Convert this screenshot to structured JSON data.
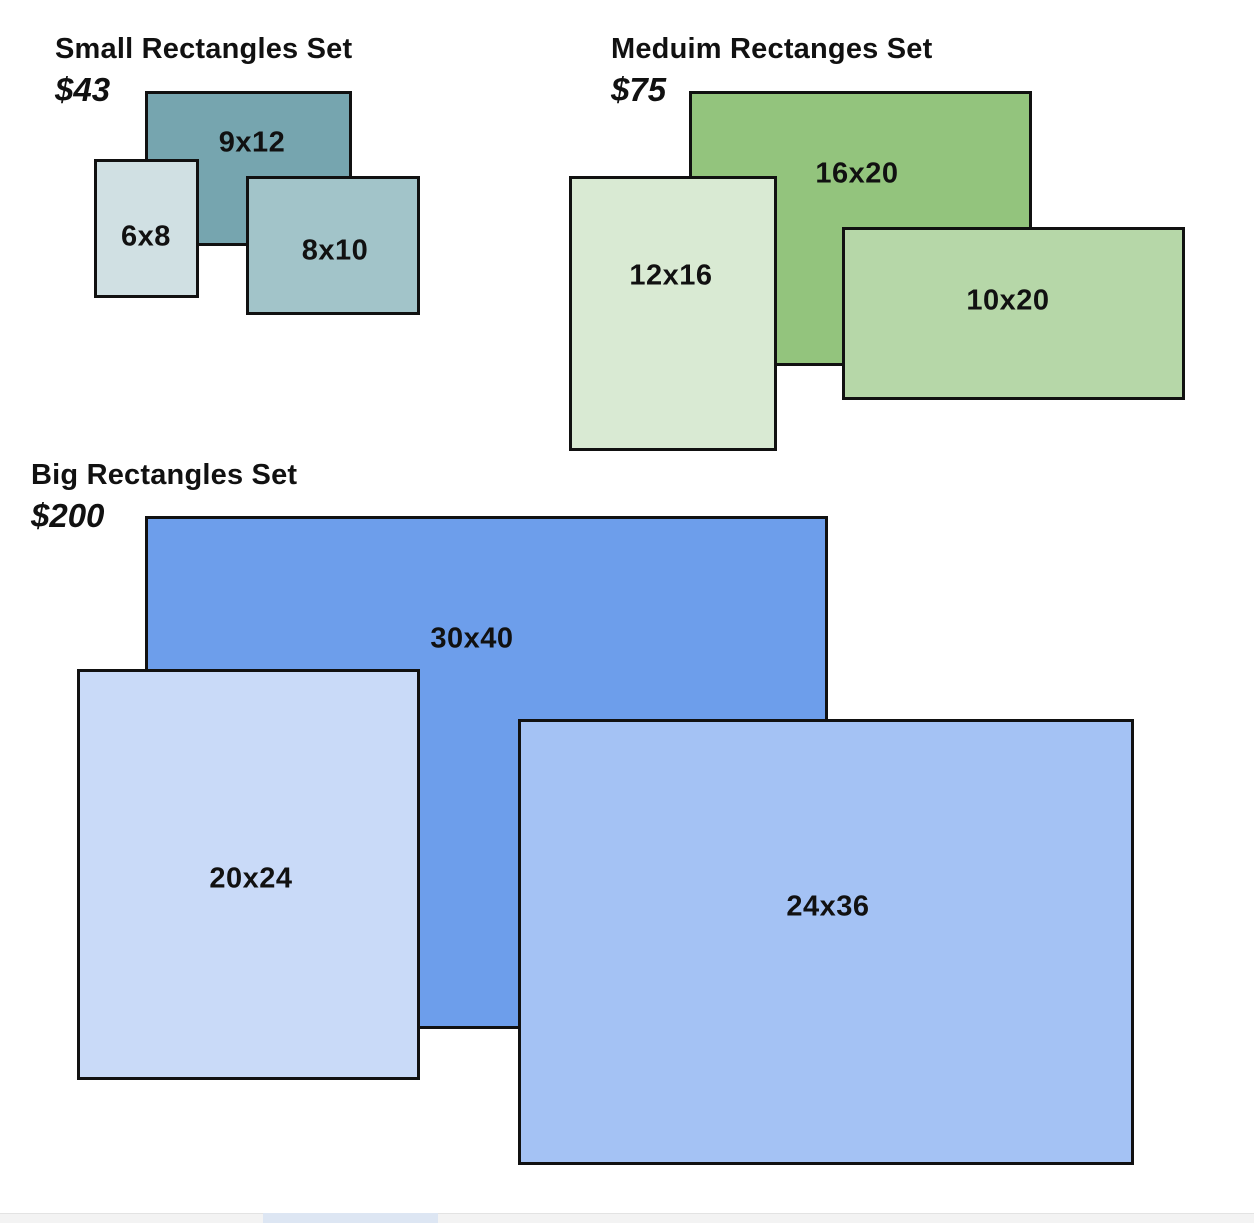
{
  "sets": {
    "small": {
      "title": "Small Rectangles Set",
      "price": "$43",
      "rects": {
        "r9x12": {
          "label": "9x12",
          "color": "#76a5af"
        },
        "r6x8": {
          "label": "6x8",
          "color": "#d0e0e3"
        },
        "r8x10": {
          "label": "8x10",
          "color": "#a2c4c9"
        }
      }
    },
    "medium": {
      "title": "Meduim Rectanges Set",
      "price": "$75",
      "rects": {
        "r16x20": {
          "label": "16x20",
          "color": "#93c47d"
        },
        "r12x16": {
          "label": "12x16",
          "color": "#d9ead3"
        },
        "r10x20": {
          "label": "10x20",
          "color": "#b6d7a8"
        }
      }
    },
    "big": {
      "title": "Big Rectangles Set",
      "price": "$200",
      "rects": {
        "r30x40": {
          "label": "30x40",
          "color": "#6d9eeb"
        },
        "r20x24": {
          "label": "20x24",
          "color": "#c9daf8"
        },
        "r24x36": {
          "label": "24x36",
          "color": "#a4c2f4"
        }
      }
    }
  }
}
